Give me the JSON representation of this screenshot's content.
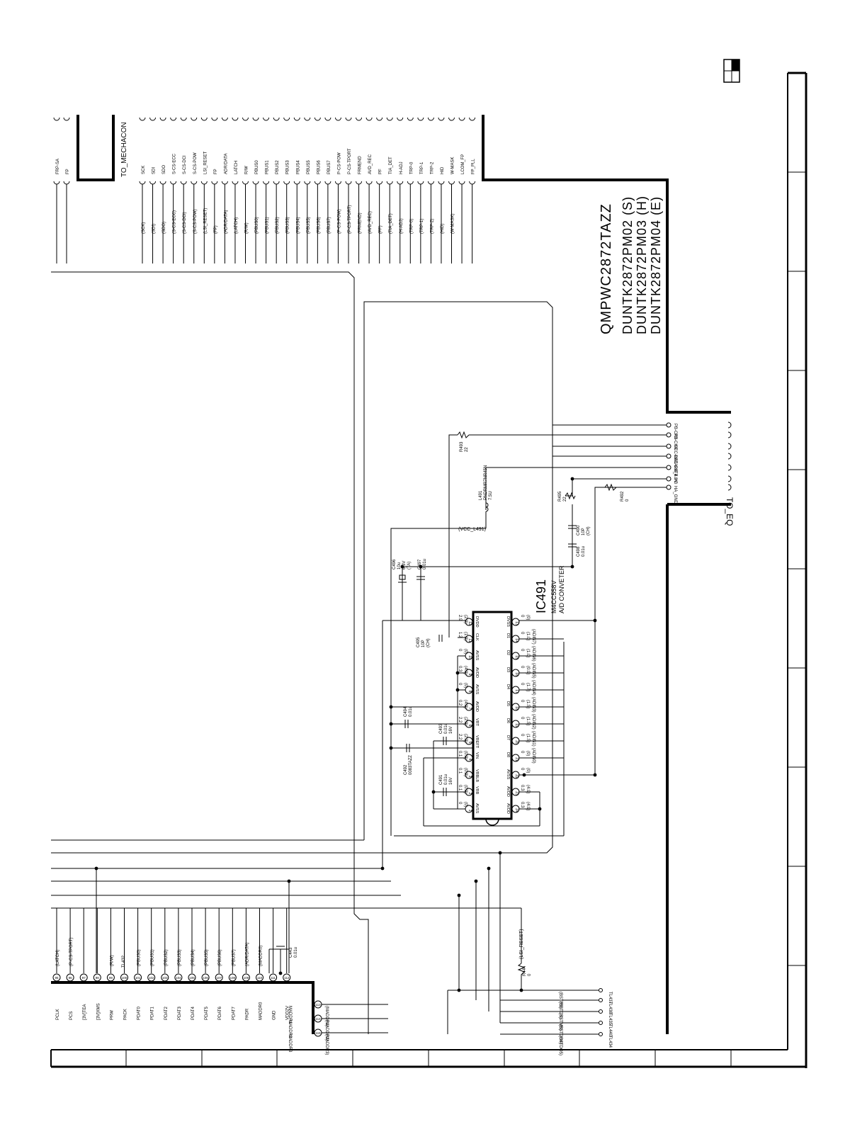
{
  "board": {
    "part_number": "QMPWC2872TAZZ",
    "variants": [
      "DUNTK2872PM02 (S)",
      "DUNTK2872PM03 (H)",
      "DUNTK2872PM04 (E)"
    ]
  },
  "connectors": {
    "mechacon_title": "TO_MECHACON",
    "eq_title": "TO_EQ"
  },
  "top_left_pins": [
    "FRP-SA",
    "FP"
  ],
  "mechacon_pins": [
    {
      "pin": "SCK",
      "net": "(SCK)"
    },
    {
      "pin": "SDI",
      "net": "(SDI)"
    },
    {
      "pin": "SDO",
      "net": "(SDO)"
    },
    {
      "pin": "S-CS-ECC",
      "net": "(S-CS-ECC)"
    },
    {
      "pin": "S-CS-DCI",
      "net": "(S-CS-DCI)"
    },
    {
      "pin": "S-CS-POW",
      "net": "(S-CS-POW)"
    },
    {
      "pin": "LSI_RESET",
      "net": "(LSI_RESET)"
    },
    {
      "pin": "FP",
      "net": "(FP)"
    },
    {
      "pin": "ADR/DATA",
      "net": "(ADR/DATA)"
    },
    {
      "pin": "LATCH",
      "net": "(LATCH)"
    },
    {
      "pin": "R/W",
      "net": "(R/W)"
    },
    {
      "pin": "PBUS0",
      "net": "(PBUS0)"
    },
    {
      "pin": "PBUS1",
      "net": "(PBUS1)"
    },
    {
      "pin": "PBUS2",
      "net": "(PBUS2)"
    },
    {
      "pin": "PBUS3",
      "net": "(PBUS3)"
    },
    {
      "pin": "PBUS4",
      "net": "(PBUS4)"
    },
    {
      "pin": "PBUS5",
      "net": "(PBUS5)"
    },
    {
      "pin": "PBUS6",
      "net": "(PBUS6)"
    },
    {
      "pin": "PBUS7",
      "net": "(PBUS7)"
    },
    {
      "pin": "P-CS-POW",
      "net": "(P-CS-POW)"
    },
    {
      "pin": "P-CS-TPORT",
      "net": "(P-CS-TPORT)"
    },
    {
      "pin": "FRMEND",
      "net": "(FRMEND)"
    },
    {
      "pin": "AVD_REC",
      "net": "(AVD_REC)"
    },
    {
      "pin": "PF",
      "net": "(PF)"
    },
    {
      "pin": "TIA_DET",
      "net": "(TIA_DET)"
    },
    {
      "pin": "H-ADJ",
      "net": "(H-ADJ)"
    },
    {
      "pin": "TRP-0",
      "net": "(TRP-0)"
    },
    {
      "pin": "TRP-1",
      "net": "(TRP-1)"
    },
    {
      "pin": "TRP-2",
      "net": "(TRP-2)"
    },
    {
      "pin": "HID",
      "net": "(HID)"
    },
    {
      "pin": "W-MASK",
      "net": "(W-MASK)"
    },
    {
      "pin": "LCOM_FP",
      "net": ""
    },
    {
      "pin": "FP_PLL",
      "net": ""
    }
  ],
  "eq_pins": [
    "PB-CKB",
    "PB-CKA",
    "REC-DATA",
    "REC-GATE",
    "PB_4.9V",
    "I+D",
    "HA_GND"
  ],
  "ic491": {
    "ref": "IC491",
    "part": "M4CC558V",
    "desc": "A/D CONVETER",
    "left_pins": [
      {
        "n": "1",
        "name": "AVSS",
        "v": "0",
        "v2": "(0)"
      },
      {
        "n": "2",
        "name": "VRB",
        "v": "0.1",
        "v2": "(0.9)"
      },
      {
        "n": "3",
        "name": "VRBLB",
        "v": "0.1",
        "v2": "(0.9)"
      },
      {
        "n": "4",
        "name": "VIN",
        "v": "0.1",
        "v2": "(0.9)"
      },
      {
        "n": "5",
        "name": "VREFT",
        "v": "2.2",
        "v2": "(2.3)"
      },
      {
        "n": "6",
        "name": "VRT",
        "v": "2.2",
        "v2": "(2.9)"
      },
      {
        "n": "7",
        "name": "AVDD",
        "v": "0.2",
        "v2": "(4.9)"
      },
      {
        "n": "8",
        "name": "AVSS",
        "v": "0",
        "v2": "(0)"
      },
      {
        "n": "9",
        "name": "AVDD",
        "v": "0.3",
        "v2": "(4.9)"
      },
      {
        "n": "10",
        "name": "AVSS",
        "v": "0",
        "v2": "(0)"
      },
      {
        "n": "11",
        "name": "CLK",
        "v": "1.2",
        "v2": "(1.9)"
      },
      {
        "n": "12",
        "name": "DVDD",
        "v": "2.9",
        "v2": "(2.9)"
      }
    ],
    "right_pins": [
      {
        "n": "24",
        "name": "AVDD",
        "v": "0.3",
        "v2": "(4.9)",
        "net": ""
      },
      {
        "n": "23",
        "name": "AVDD",
        "v": "0.3",
        "v2": "(4.9)",
        "net": ""
      },
      {
        "n": "22",
        "name": "AVSS",
        "v": "0",
        "v2": "(0)",
        "net": ""
      },
      {
        "n": "21",
        "name": "D8",
        "v": "0",
        "v2": "(0)",
        "net": "(ADIN0)"
      },
      {
        "n": "20",
        "name": "D7",
        "v": "0",
        "v2": "(1.5)",
        "net": "(ADIN1)"
      },
      {
        "n": "19",
        "name": "D6",
        "v": "0",
        "v2": "(1.5)",
        "net": "(ADIN2)"
      },
      {
        "n": "18",
        "name": "D5",
        "v": "0",
        "v2": "(1.5)",
        "net": "(ADIN3)"
      },
      {
        "n": "17",
        "name": "D4",
        "v": "0",
        "v2": "(1.7)",
        "net": "(ADIN4)"
      },
      {
        "n": "16",
        "name": "D3",
        "v": "0",
        "v2": "(0.9)",
        "net": "(ADIN5)"
      },
      {
        "n": "15",
        "name": "D2",
        "v": "0",
        "v2": "(1.0)",
        "net": "(ADIN6)"
      },
      {
        "n": "14",
        "name": "D1",
        "v": "0",
        "v2": "(1.0)",
        "net": "(ADIN7)"
      },
      {
        "n": "13",
        "name": "DVSS",
        "v": "0",
        "v2": "(0)",
        "net": ""
      }
    ]
  },
  "components": {
    "r493": {
      "ref": "R493",
      "val": "22"
    },
    "l491": {
      "ref": "L491",
      "part": "PNDRMR7NR45N",
      "val": "7.5U"
    },
    "r495": {
      "ref": "R495",
      "val": "22"
    },
    "r492": {
      "ref": "R492",
      "val": "0"
    },
    "c490": {
      "ref": "C490",
      "val": "10P",
      "val2": "(CH)"
    },
    "c498": {
      "ref": "C498",
      "val": "0.01u"
    },
    "c496": {
      "ref": "C496",
      "val": "10u",
      "val2": "6.3V",
      "val3": "(TA)"
    },
    "c497": {
      "ref": "C497",
      "val": "0.01u"
    },
    "c495": {
      "ref": "C495",
      "val": "10P",
      "val2": "(CH)"
    },
    "c494": {
      "ref": "C494",
      "val": "0.01u"
    },
    "c493": {
      "ref": "C493",
      "val": "0.01u",
      "val2": "16V"
    },
    "c492": {
      "ref": "C492",
      "val": "0083TAZZ"
    },
    "c491": {
      "ref": "C491",
      "val": "0.01u",
      "val2": "16V"
    },
    "c443": {
      "ref": "C443",
      "val": "0.01u"
    },
    "r444": {
      "ref": "R444",
      "val": "0"
    },
    "tl432": {
      "ref": "TL432"
    }
  },
  "vcc_net": "(VCC_L491)",
  "lsi_reset_net": "(LSI_RESET)",
  "lower_ic_pins": [
    {
      "n": "95",
      "name": "PCLK",
      "net": "(LATCH)"
    },
    {
      "n": "96",
      "name": "PCS",
      "net": "(P-CS-TPORT)"
    },
    {
      "n": "97",
      "name": "[3V]TEA",
      "net": ""
    },
    {
      "n": "98",
      "name": "[3V]XMS",
      "net": ""
    },
    {
      "n": "99",
      "name": "PRW",
      "net": "(R/W)"
    },
    {
      "n": "100",
      "name": "PACK",
      "net": ""
    },
    {
      "n": "101",
      "name": "PDAT0",
      "net": "(PBUS0)"
    },
    {
      "n": "102",
      "name": "PDAT1",
      "net": "(PBUS1)"
    },
    {
      "n": "103",
      "name": "PDAT2",
      "net": "(PBUS2)"
    },
    {
      "n": "104",
      "name": "PDAT3",
      "net": "(PBUS3)"
    },
    {
      "n": "105",
      "name": "PDAT4",
      "net": "(PBUS4)"
    },
    {
      "n": "106",
      "name": "PDAT5",
      "net": "(PBUS5)"
    },
    {
      "n": "107",
      "name": "PDAT6",
      "net": "(PBUS6)"
    },
    {
      "n": "108",
      "name": "PDAT7",
      "net": "(PBUS7)"
    },
    {
      "n": "109",
      "name": "PADR",
      "net": "(ADR/DATA)"
    },
    {
      "n": "110",
      "name": "MADDR0",
      "net": "(MADDR0)"
    },
    {
      "n": "111",
      "name": "GND",
      "net": ""
    },
    {
      "n": "112",
      "name": "VDD2V",
      "net": ""
    }
  ],
  "maddr_pins": [
    {
      "n": "113",
      "name": "MADDR1",
      "net": "(MADDR1)"
    },
    {
      "n": "114",
      "name": "MADDR2",
      "net": "(MADDR2)"
    },
    {
      "n": "115",
      "name": "MADDR3",
      "net": "(MADDR3)"
    }
  ],
  "test_points": [
    {
      "ref": "TL437",
      "net": "(BSTRS)"
    },
    {
      "ref": "TL438",
      "net": "(BSTCK)"
    },
    {
      "ref": "TL435",
      "net": "(BSTMS)"
    },
    {
      "ref": "TL440",
      "net": "(BSTDO4)"
    },
    {
      "ref": "TL434",
      "net": "(BSTDO5)"
    }
  ],
  "orientation_note": "rotated 90deg",
  "colors": {
    "line": "#000000",
    "background": "#ffffff"
  }
}
